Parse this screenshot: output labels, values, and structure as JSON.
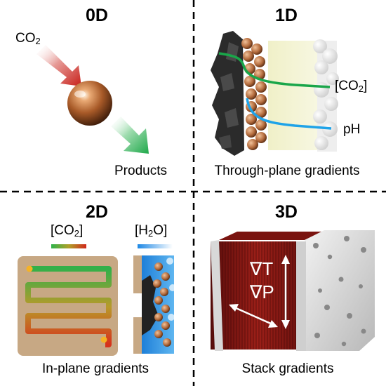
{
  "panels": {
    "zero_d": {
      "title": "0D",
      "input_label": {
        "main": "CO",
        "sub": "2"
      },
      "output_label": "Products"
    },
    "one_d": {
      "title": "1D",
      "co2_label": {
        "pre": "[CO",
        "sub": "2",
        "post": "]"
      },
      "ph_label": "pH",
      "caption": "Through-plane gradients"
    },
    "two_d": {
      "title": "2D",
      "co2_label": {
        "pre": "[CO",
        "sub": "2",
        "post": "]"
      },
      "h2o_label": {
        "pre": "[H",
        "sub": "2",
        "post": "O]"
      },
      "caption": "In-plane gradients"
    },
    "three_d": {
      "title": "3D",
      "temp_symbol": "∇T",
      "pressure_symbol": "∇P",
      "caption": "Stack gradients"
    }
  },
  "colors": {
    "co2_line": "#1aa64a",
    "ph_line": "#1fa3e8",
    "arrow_in": "#c8201a",
    "arrow_out": "#24b04c",
    "copper": "#b86a35",
    "stack_red": "#8f1a16",
    "stack_metal": "#d9d9d9"
  }
}
